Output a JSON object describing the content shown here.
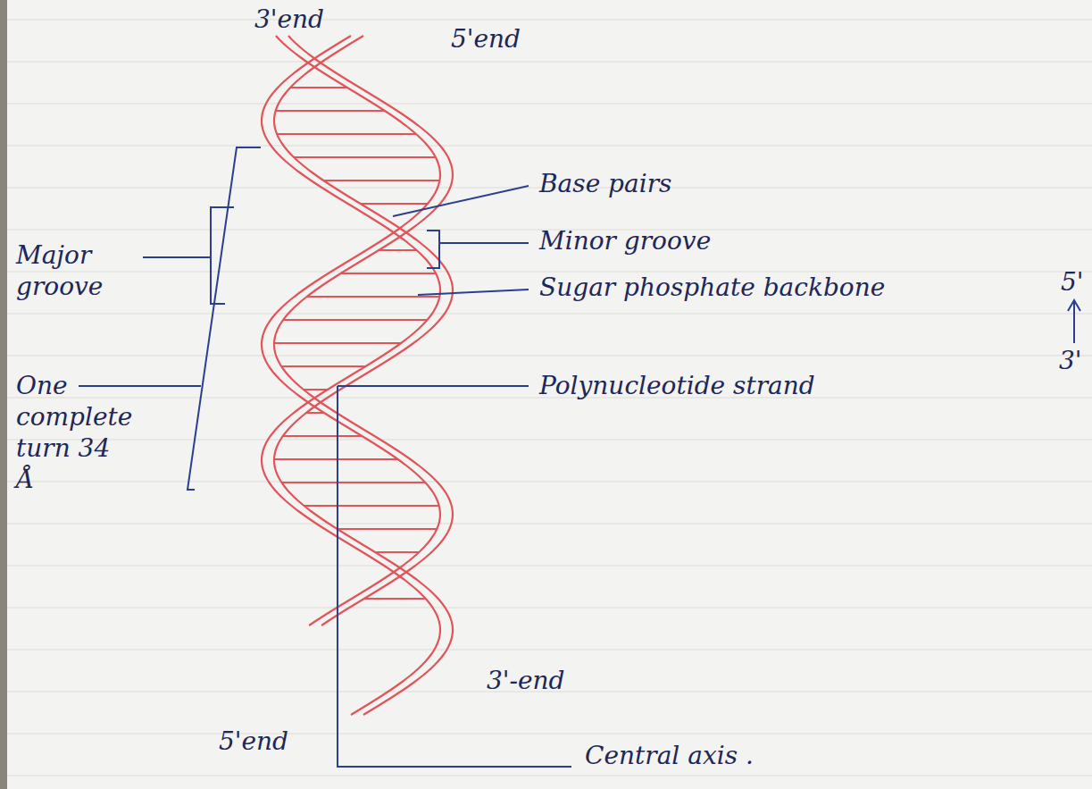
{
  "diagram": {
    "labels": [
      "3'end",
      "5'end",
      "Base pairs",
      "Major groove",
      "Minor groove",
      "Sugar phosphate backbone",
      "5'",
      "3'",
      "Polynucleotide strand",
      "One complete turn 34 Å",
      "3'-end",
      "5'end",
      "Central axis ."
    ]
  }
}
